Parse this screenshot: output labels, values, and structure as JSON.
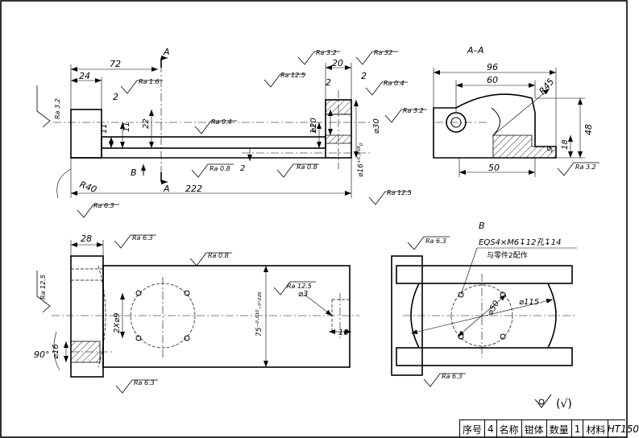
{
  "section_label": "A–A",
  "view_b_label": "B",
  "cut_labels": {
    "a_top": "A",
    "a_bottom": "A",
    "b_arrow": "B"
  },
  "front_view": {
    "dims": {
      "d72": "72",
      "d24": "24",
      "d2a": "2",
      "d20": "20",
      "d2b": "2",
      "d2c": "2",
      "d11a": "11",
      "d11b": "11",
      "d22": "22",
      "d11c": "11",
      "d2d": "2",
      "d222": "222",
      "r40": "R40",
      "phi20": "⌀20",
      "phi30": "⌀30",
      "phi16": "⌀16⁺⁰·⁰¹⁸₀"
    },
    "roughness": {
      "r1": "Ra 3.2",
      "r2": "Ra 1.6",
      "r3": "Ra 3.2",
      "r4": "Ra 32",
      "r5": "Ra 12.5",
      "r6": "Ra 0.4",
      "r7": "Ra 3.2",
      "r8": "Ra 0.4",
      "r9": "Ra 0.8",
      "r10": "Ra 0.8",
      "r11": "Ra 12.5",
      "r12": "Ra 6.3"
    }
  },
  "section_view": {
    "dims": {
      "d96": "96",
      "d60": "60",
      "r45": "R45",
      "d48": "48",
      "d18": "18",
      "d9": "9",
      "d50": "50"
    },
    "roughness": {
      "r1": "Ra 3.2"
    }
  },
  "top_view": {
    "dims": {
      "d28": "28",
      "phi9": "2X⌀9",
      "d75": "75⁻⁰·⁰¹⁰₋₀·₀₂₉",
      "phi3": "⌀3",
      "d10": "10",
      "ang90": "90°",
      "phi16": "⌀16"
    },
    "roughness": {
      "r1": "Ra 6.3",
      "r2": "Ra 0.8",
      "r3": "Ra 12.5",
      "r4": "Ra 12.5",
      "r5": "Ra 6.3"
    }
  },
  "view_b": {
    "note1": "EQS4×M6↧12孔↧14",
    "note2": "与零件2配作",
    "dims": {
      "phi50": "⌀50",
      "phi115": "⌀115"
    },
    "roughness": {
      "r1": "Ra 6.3",
      "r2": "Ra 6.3"
    }
  },
  "general_roughness": "(√)",
  "title_block": {
    "seq_label": "序号",
    "seq_value": "4",
    "name_label": "名称",
    "name_value": "钳体",
    "qty_label": "数量",
    "qty_value": "1",
    "mat_label": "材料",
    "mat_value": "HT150"
  }
}
